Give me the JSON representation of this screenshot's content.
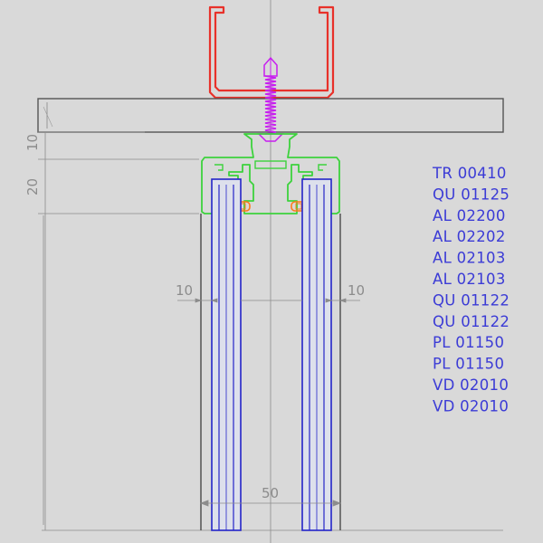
{
  "dimensions": {
    "slab_offset": "10",
    "profile_height": "20",
    "left_gap": "10",
    "right_gap": "10",
    "glass_spacing": "50"
  },
  "part_codes": [
    "TR 00410",
    "QU 01125",
    "AL 02200",
    "AL 02202",
    "AL 02103",
    "AL 02103",
    "QU 01122",
    "QU 01122",
    "PL 01150",
    "PL 01150",
    "VD 02010",
    "VD 02010"
  ],
  "colors": {
    "background": "#d9d9d9",
    "steel_channel": "#e8312a",
    "screw": "#c81ef0",
    "aluminium_profile": "#3cd23c",
    "gasket": "#ff7a1a",
    "glass_outline": "#2424c8",
    "glass_fill": "#dde0ec",
    "dimension": "#8c8c8c",
    "part_codes": "#3b3bd6"
  }
}
